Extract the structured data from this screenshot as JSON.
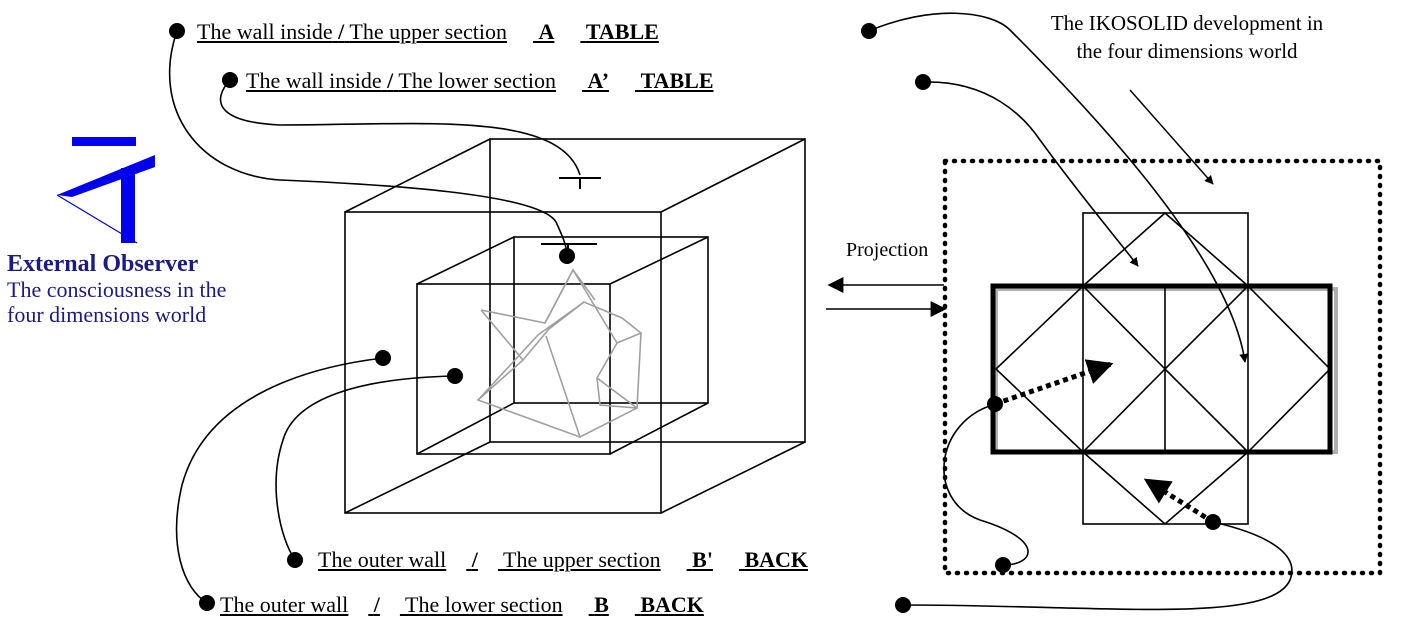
{
  "labels": {
    "upper_inside": {
      "text": "The wall inside",
      "slash": "/",
      "section": "The upper section",
      "code": "A",
      "face": "TABLE"
    },
    "lower_inside": {
      "text": "The wall inside",
      "slash": "/",
      "section": "The lower section",
      "code": "A’",
      "face": "TABLE"
    },
    "outer_upper": {
      "text": "The outer wall",
      "slash": "/",
      "section": "The upper section",
      "code": "B'",
      "face": "BACK"
    },
    "outer_lower": {
      "text": "The outer wall",
      "slash": "/",
      "section": "The lower section",
      "code": "B",
      "face": "BACK"
    }
  },
  "observer": {
    "title": "External Observer",
    "line1": "The consciousness in the",
    "line2": "four dimensions world",
    "icon": "observer-icon"
  },
  "development_note": {
    "line1": "The IKOSOLID development in",
    "line2": "the four dimensions world"
  },
  "projection_label": "Projection",
  "colors": {
    "observer_blue": "#0000ee",
    "observer_text": "#1a1a8a",
    "line": "#000000",
    "faint": "#a0a0a0"
  }
}
